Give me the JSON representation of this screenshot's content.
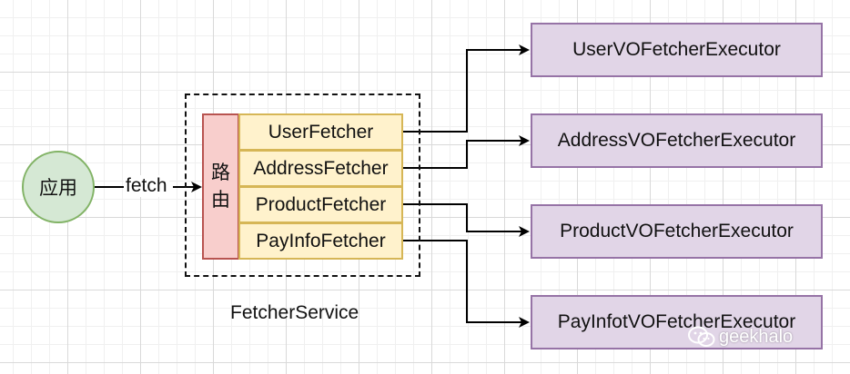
{
  "app": {
    "label": "应用"
  },
  "edge": {
    "label": "fetch"
  },
  "router": {
    "label": "路由"
  },
  "fetchers": [
    "UserFetcher",
    "AddressFetcher",
    "ProductFetcher",
    "PayInfoFetcher"
  ],
  "executors": [
    "UserVOFetcherExecutor",
    "AddressVOFetcherExecutor",
    "ProductVOFetcherExecutor",
    "PayInfotVOFetcherExecutor"
  ],
  "service": {
    "label": "FetcherService"
  },
  "watermark": {
    "text": "geekhalo"
  },
  "colors": {
    "app_fill": "#d5e8d4",
    "app_stroke": "#82b366",
    "router_fill": "#f8cecc",
    "router_stroke": "#b85450",
    "fetcher_fill": "#fff2cc",
    "fetcher_stroke": "#d6b656",
    "executor_fill": "#e1d5e7",
    "executor_stroke": "#9673a6"
  }
}
